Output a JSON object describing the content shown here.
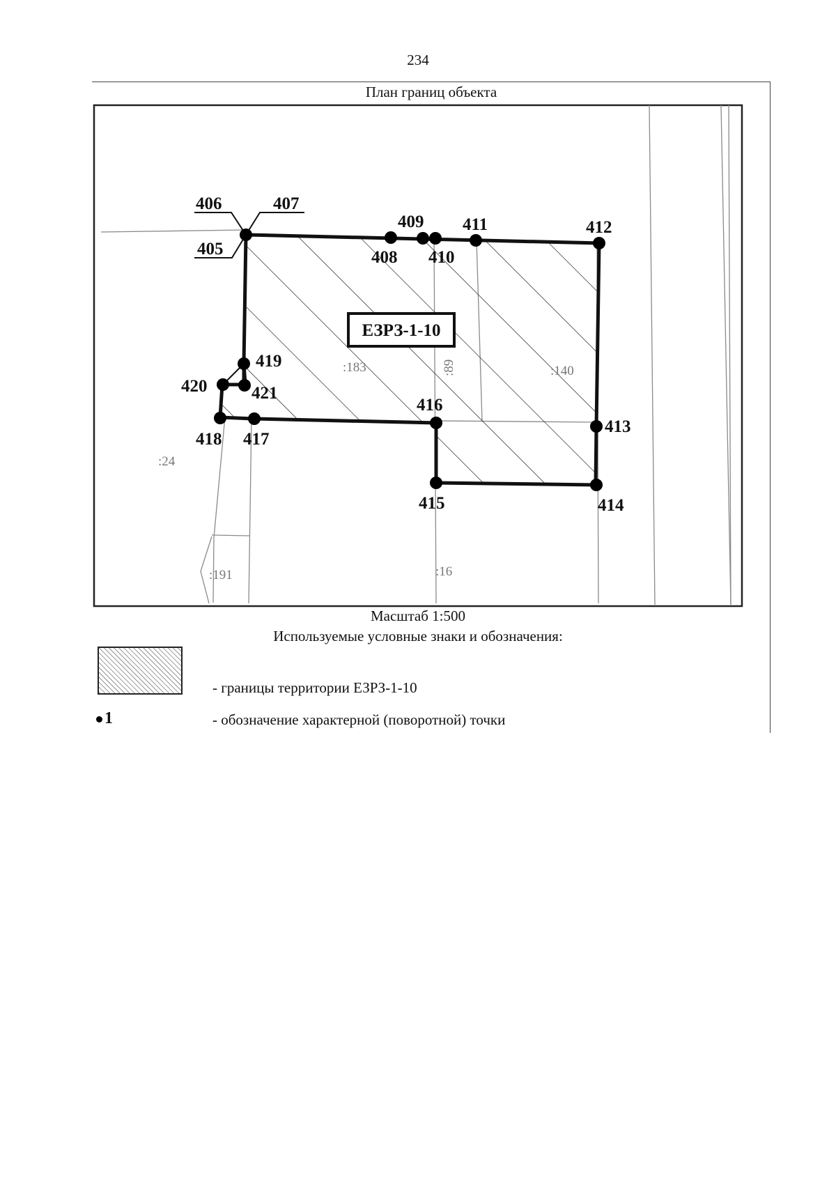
{
  "page_number": "234",
  "plan_title": "План границ объекта",
  "zone_label": "ЕЗРЗ-1-10",
  "parcel_labels": [
    ":183",
    ":140",
    ":24",
    ":191",
    ":16",
    ":89"
  ],
  "boundary_points": [
    {
      "id": "405",
      "label": "405"
    },
    {
      "id": "406",
      "label": "406"
    },
    {
      "id": "407",
      "label": "407"
    },
    {
      "id": "408",
      "label": "408"
    },
    {
      "id": "409",
      "label": "409"
    },
    {
      "id": "410",
      "label": "410"
    },
    {
      "id": "411",
      "label": "411"
    },
    {
      "id": "412",
      "label": "412"
    },
    {
      "id": "413",
      "label": "413"
    },
    {
      "id": "414",
      "label": "414"
    },
    {
      "id": "415",
      "label": "415"
    },
    {
      "id": "416",
      "label": "416"
    },
    {
      "id": "417",
      "label": "417"
    },
    {
      "id": "418",
      "label": "418"
    },
    {
      "id": "419",
      "label": "419"
    },
    {
      "id": "420",
      "label": "420"
    },
    {
      "id": "421",
      "label": "421"
    }
  ],
  "scale": "Масштаб 1:500",
  "legend": {
    "heading": "Используемые условные знаки и обозначения:",
    "area_text": "- границы территории ЕЗРЗ-1-10",
    "point_symbol": "1",
    "point_text": "- обозначение характерной (поворотной) точки"
  }
}
